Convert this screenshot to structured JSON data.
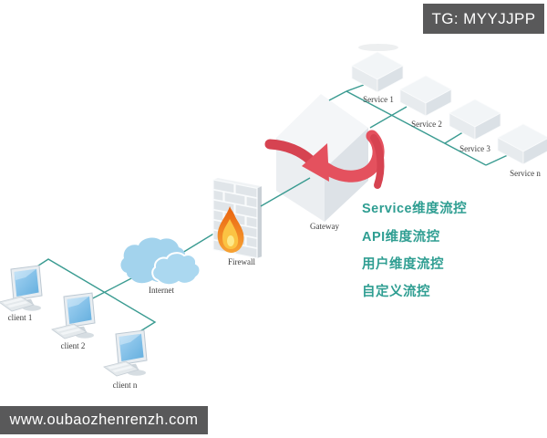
{
  "watermarks": {
    "top_right": "TG: MYYJJPP",
    "bottom_left": "www.oubaozhenrenzh.com"
  },
  "diagram": {
    "clients": [
      {
        "label": "client 1"
      },
      {
        "label": "client 2"
      },
      {
        "label": "client n"
      }
    ],
    "internet": {
      "label": "Internet"
    },
    "firewall": {
      "label": "Firewall"
    },
    "gateway": {
      "label": "Gateway"
    },
    "services": [
      {
        "label": "Service 1"
      },
      {
        "label": "Service 2"
      },
      {
        "label": "Service 3"
      },
      {
        "label": "Service n"
      }
    ],
    "flow_controls": [
      "Service维度流控",
      "API维度流控",
      "用户维度流控",
      "自定义流控"
    ]
  },
  "colors": {
    "connection_line": "#3a9b91",
    "flow_control_text": "#2f9e92",
    "watermark_bg": "#59595a",
    "arrow_red": "#e4515e",
    "cloud_blue": "#a3d3ed",
    "flame_orange": "#f08c28"
  }
}
